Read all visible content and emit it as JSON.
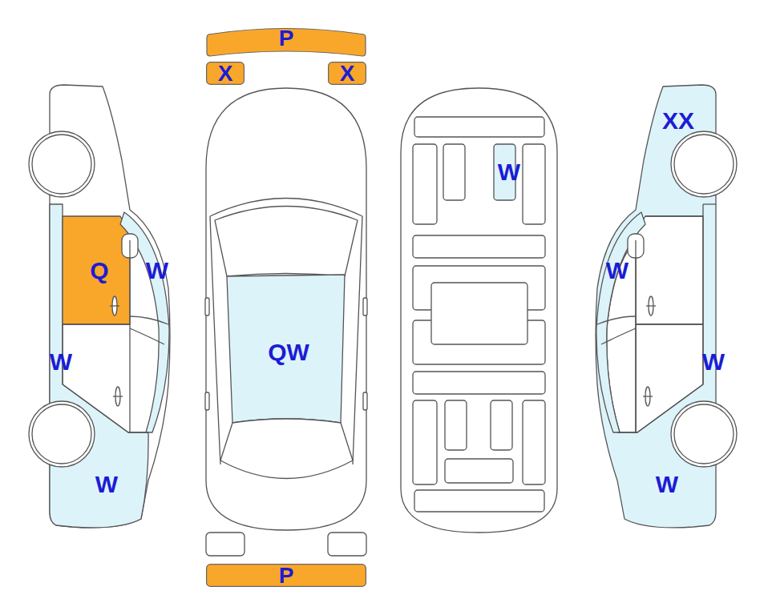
{
  "diagram": {
    "nodes": [
      {
        "text": [
          "P"
        ]
      },
      {
        "text": [
          "X"
        ]
      },
      {
        "text": [
          "X"
        ]
      },
      {
        "text": [
          "P"
        ]
      }
    ],
    "labels": [
      "XX",
      "W",
      "Q",
      "W",
      "W",
      "QW",
      "W",
      "W",
      "W",
      "W"
    ]
  }
}
